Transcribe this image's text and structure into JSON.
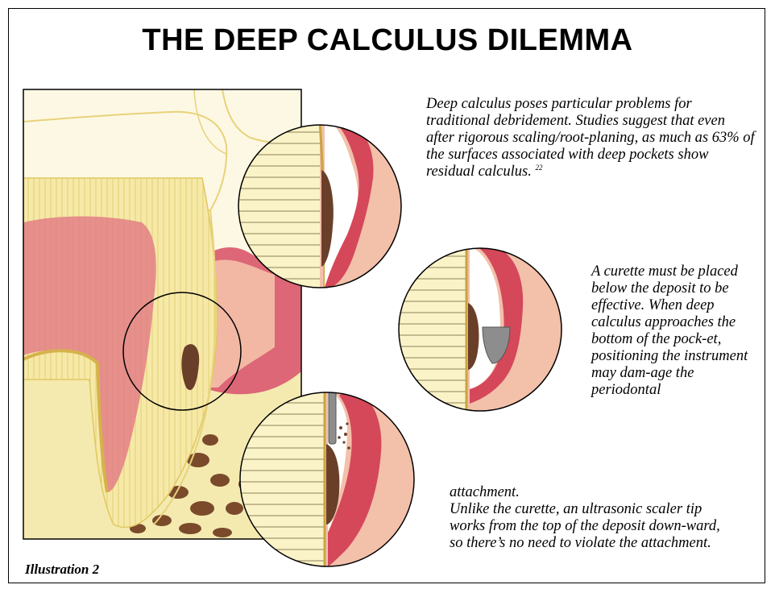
{
  "title": "THE DEEP CALCULUS DILEMMA",
  "captions": {
    "first": {
      "text": "Deep calculus poses particular problems for traditional debridement. Studies suggest that even after rigorous scaling/root-planing, as much as 63% of the surfaces associated with deep pockets show residual calculus.",
      "reference": "22"
    },
    "second": "A curette must be placed below the deposit to be effective. When deep calculus approaches the bottom of the pock-et, positioning the instrument may dam-age the periodontal",
    "third_line1": "attachment.",
    "third_line2": "Unlike the curette, an ultrasonic scaler tip works from the top of the deposit down-ward, so there’s no need to violate the attachment."
  },
  "footer_label": "Illustration 2",
  "colors": {
    "gum_red": "#d4485a",
    "gum_pink": "#f2b8a4",
    "tooth_yellow": "#f6e9a8",
    "pulp_pink": "#e9a7a0",
    "calculus_brown": "#6a3f2a",
    "bone_yellow": "#f4eab0",
    "instrument_gray": "#8d8d8d",
    "outline": "#000000"
  }
}
